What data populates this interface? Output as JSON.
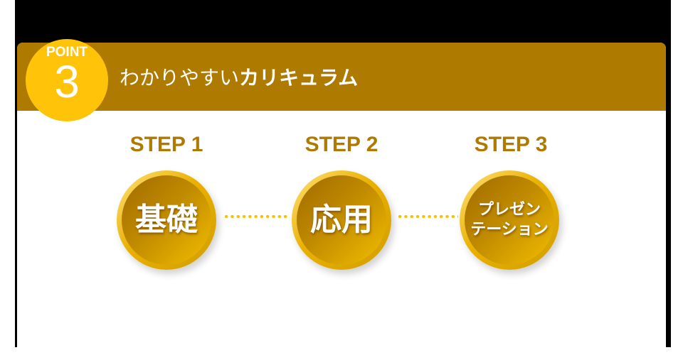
{
  "header": {
    "badge_label": "POINT",
    "badge_number": "3",
    "title_regular": "わかりやすい",
    "title_bold": "カリキュラム"
  },
  "steps": [
    {
      "label": "STEP 1",
      "text": "基礎"
    },
    {
      "label": "STEP 2",
      "text": "応用"
    },
    {
      "label": "STEP 3",
      "text": "プレゼンテーション",
      "line1": "プレゼン",
      "line2": "テーション"
    }
  ],
  "colors": {
    "banner": "#AF7A00",
    "badge": "#FFC40A",
    "step_label": "#AF7A00",
    "connector_dots": "#F7C300",
    "backdrop": "#000000"
  }
}
